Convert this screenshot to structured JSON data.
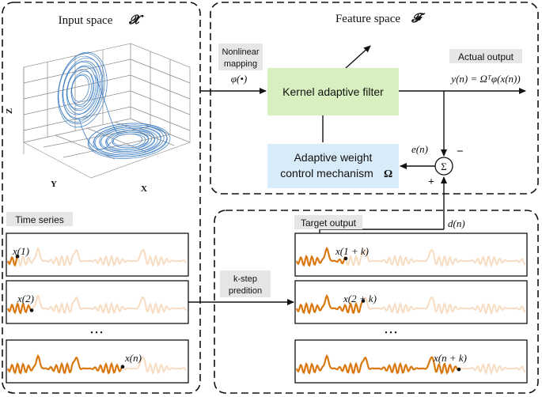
{
  "input_space": {
    "title": "Input space",
    "symbol": "𝓧"
  },
  "feature_space": {
    "title": "Feature space",
    "symbol": "𝓕"
  },
  "attractor_axes": {
    "z": "Z",
    "y": "Y",
    "x": "X"
  },
  "mapping": {
    "line1": "Nonlinear",
    "line2": "mapping",
    "symbol": "φ(•)"
  },
  "kaf_box": {
    "label": "Kernel adaptive filter",
    "color": "#d8f0c0"
  },
  "weight_box": {
    "line1": "Adaptive weight",
    "line2": "control mechanism",
    "symbol": "Ω",
    "color": "#d7ebf8"
  },
  "actual_output": {
    "label": "Actual output",
    "equation": "y(n) = Ωᵀφ(x(n))"
  },
  "error": {
    "label": "e(n)",
    "minus": "−",
    "plus": "+",
    "sum": "Σ"
  },
  "target": {
    "label": "Target output",
    "desired": "d(n)"
  },
  "time_series": {
    "label": "Time series",
    "panels": [
      {
        "label": "x(1)"
      },
      {
        "label": "x(2)"
      },
      {
        "label": "x(n)"
      }
    ],
    "ellipsis": "• • •"
  },
  "kstep": {
    "line1": "k-step",
    "line2": "predition"
  },
  "target_series": {
    "panels": [
      {
        "label": "x(1 + k)"
      },
      {
        "label": "x(2 + k)"
      },
      {
        "label": "x(n + k)"
      }
    ],
    "ellipsis": "• • •"
  },
  "colors": {
    "dark_orange": "#d9780f",
    "light_orange": "#f7dcc2",
    "coil": "#3f7fc4"
  }
}
